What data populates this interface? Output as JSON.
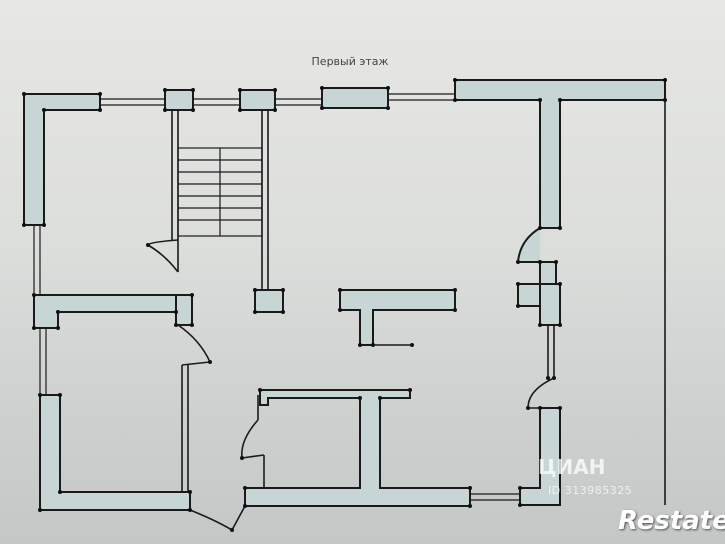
{
  "plan": {
    "title": "Первый этаж"
  },
  "watermark": {
    "brand": "ЦИАН",
    "id_text": "ID 313985325"
  },
  "logo": {
    "text": "Restate"
  },
  "colors": {
    "wall_fill": "#c7d6d4",
    "line": "#1a1a1a"
  }
}
